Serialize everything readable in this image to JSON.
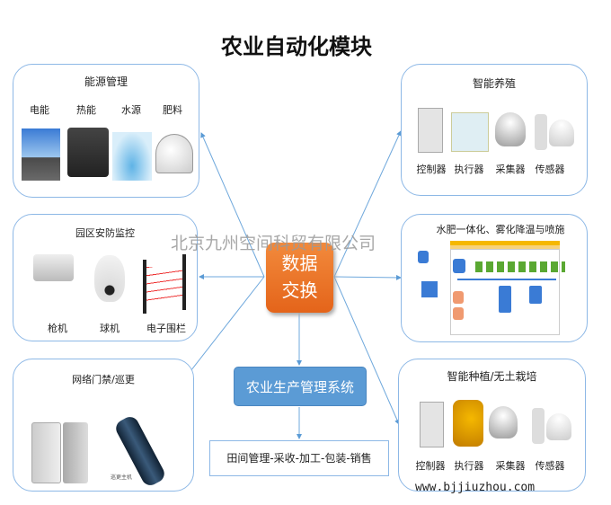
{
  "title": "农业自动化模块",
  "watermark": "北京九州空间科贸有限公司",
  "center": {
    "line1": "数据",
    "line2": "交换"
  },
  "system": "农业生产管理系统",
  "chain": "田间管理-采收-加工-包装-销售",
  "url": "www.bjjiuzhou.com",
  "energy": {
    "title": "能源管理",
    "items": [
      "电能",
      "热能",
      "水源",
      "肥料"
    ]
  },
  "security": {
    "title": "园区安防监控",
    "items": [
      "枪机",
      "球机",
      "电子围栏"
    ]
  },
  "access": {
    "title": "网络门禁/巡更",
    "device_label": "巡更主机"
  },
  "breeding": {
    "title": "智能养殖",
    "items": [
      "控制器",
      "执行器",
      "采集器",
      "传感器"
    ]
  },
  "irrigation": {
    "title": "水肥一体化、雾化降温与喷施"
  },
  "planting": {
    "title": "智能种植/无土栽培",
    "items": [
      "控制器",
      "执行器",
      "采集器",
      "传感器"
    ]
  },
  "colors": {
    "accent": "#5b9bd5",
    "orange": "#e96d22",
    "border": "#8db8e6"
  }
}
